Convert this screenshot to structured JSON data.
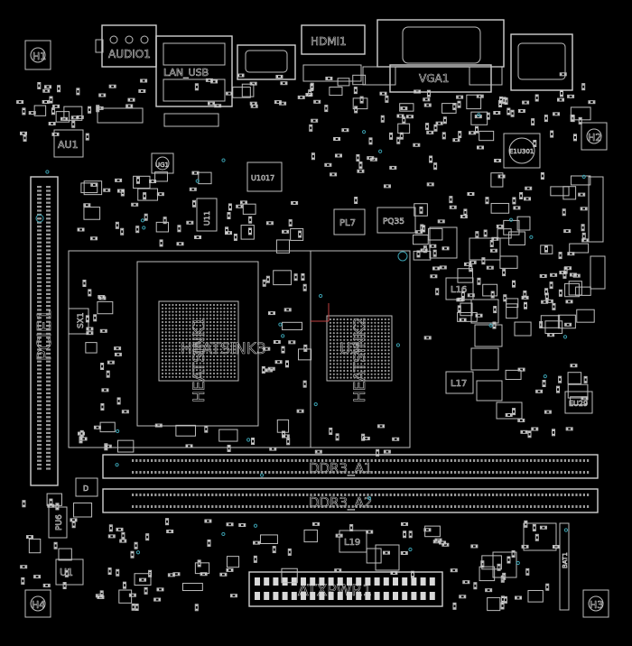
{
  "labels": {
    "audio1": "AUDIO1",
    "hdmi1": "HDMI1",
    "vga1": "VGA1",
    "lan": "LAN_USB",
    "au1": "AU1",
    "ug1": "UG1",
    "u1017": "U1017",
    "e1u301": "E1U301",
    "h1": "H1",
    "h2": "H2",
    "h3": "H3",
    "h4": "H4",
    "pcie1": "PCIE1",
    "sx1": "SX1",
    "u11": "U11",
    "pl7": "PL7",
    "pq35": "PQ35",
    "l16": "L16",
    "l17": "L17",
    "l19": "L19",
    "heatsink3": "HEATSINK3",
    "heatsink1": "HEATSINK1",
    "heatsink2": "HEATSINK2",
    "u3": "U3",
    "u1": "U1",
    "pu6": "PU6",
    "eu29": "EU29",
    "ddr3_a1": "DDR3_A1",
    "ddr3_a2": "DDR3_A2",
    "atxpwr1": "ATXPWR1",
    "bat1": "BAT1",
    "u1b": "U1",
    "d": "D"
  },
  "colors": {
    "background": "#000000",
    "outline": "#bdbdbd",
    "pad": "#d8d8d8",
    "via": "#3aa0b0",
    "marker": "#c04040"
  }
}
